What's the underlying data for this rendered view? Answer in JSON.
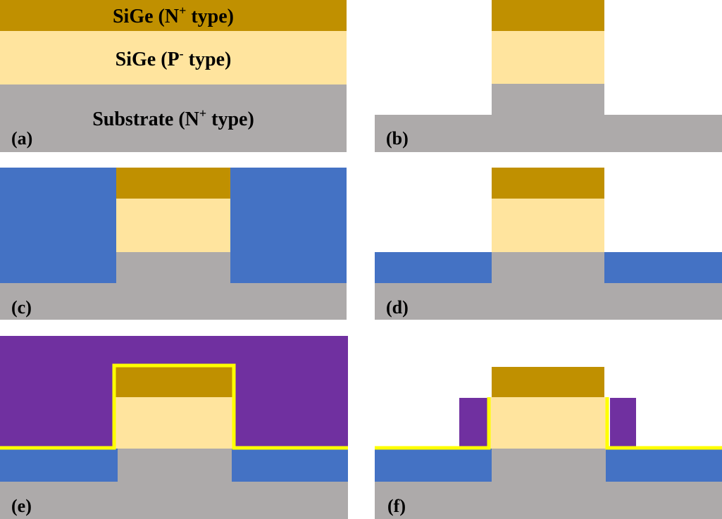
{
  "colors": {
    "n_plus_sige": "#C09000",
    "p_minus_sige": "#FFE49E",
    "substrate": "#ADAAAA",
    "oxide": "#4472C4",
    "gate": "#7030A0",
    "liner": "#FFFF00",
    "background": "#FFFFFF"
  },
  "layers": {
    "n_plus": {
      "name": "SiGe (N",
      "sup": "+",
      "suffix": " type)"
    },
    "p_minus": {
      "name": "SiGe (P",
      "sup": "-",
      "suffix": " type)"
    },
    "substrate": {
      "name": "Substrate (N",
      "sup": "+",
      "suffix": " type)"
    }
  },
  "panels": {
    "a": "(a)",
    "b": "(b)",
    "c": "(c)",
    "d": "(d)",
    "e": "(e)",
    "f": "(f)"
  }
}
